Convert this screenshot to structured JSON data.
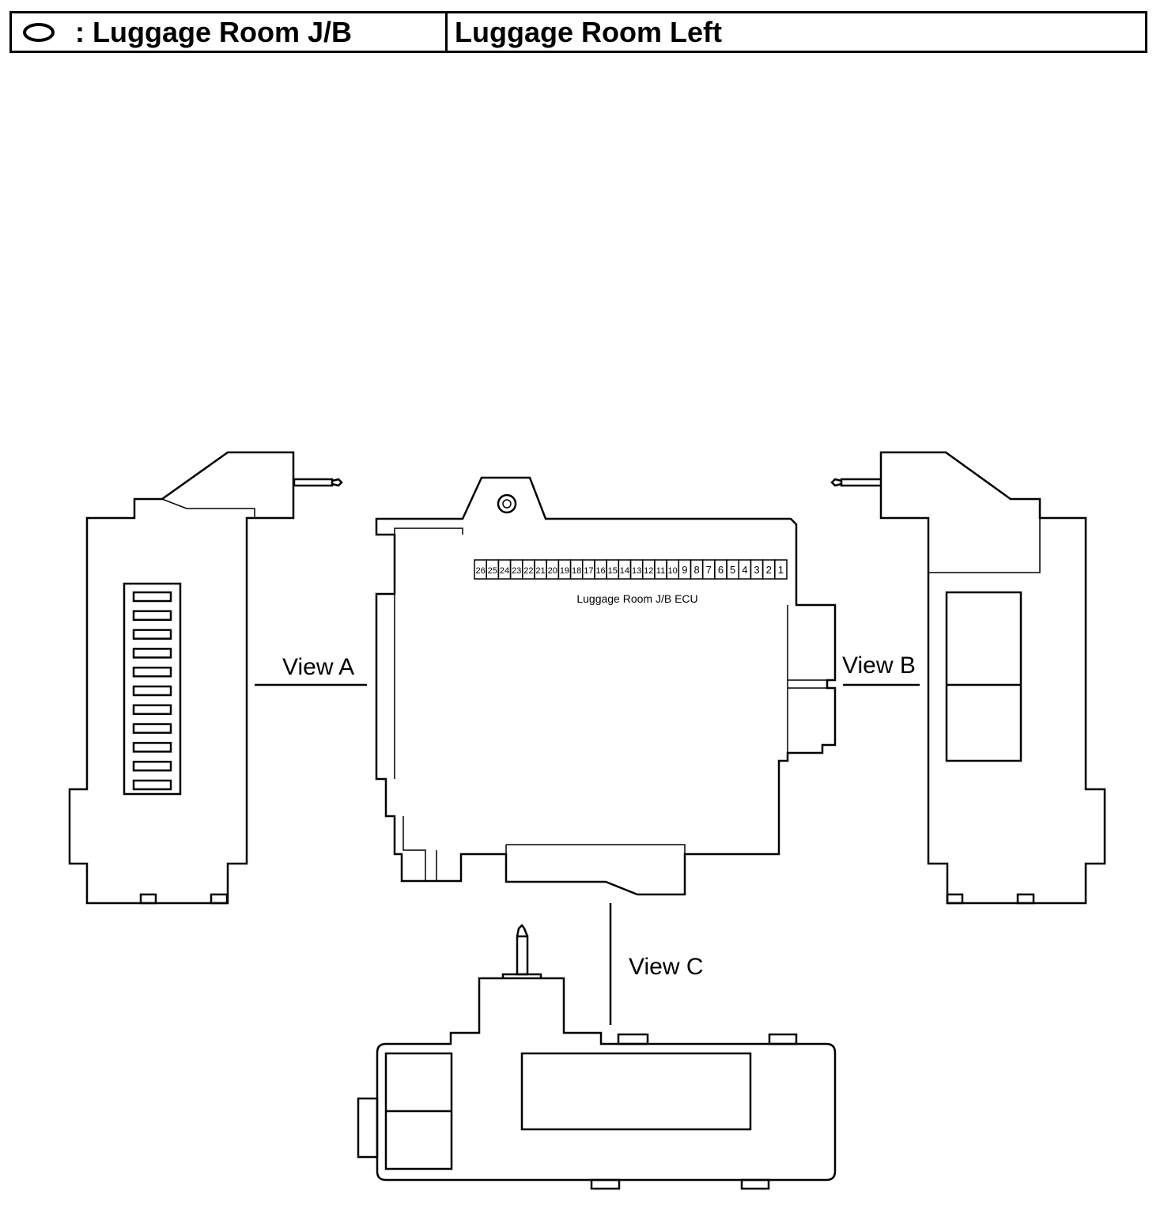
{
  "header": {
    "legend_symbol_icon": "oval-symbol-icon",
    "connector_label": ": Luggage Room J/B",
    "location_label": "Luggage Room Left"
  },
  "diagram": {
    "ecu_label": "Luggage Room J/B ECU",
    "view_a_label": "View A",
    "view_b_label": "View B",
    "view_c_label": "View C",
    "pins": [
      "26",
      "25",
      "24",
      "23",
      "22",
      "21",
      "20",
      "19",
      "18",
      "17",
      "16",
      "15",
      "14",
      "13",
      "12",
      "11",
      "10",
      "9",
      "8",
      "7",
      "6",
      "5",
      "4",
      "3",
      "2",
      "1"
    ],
    "view_a_terminal_count": 11
  }
}
